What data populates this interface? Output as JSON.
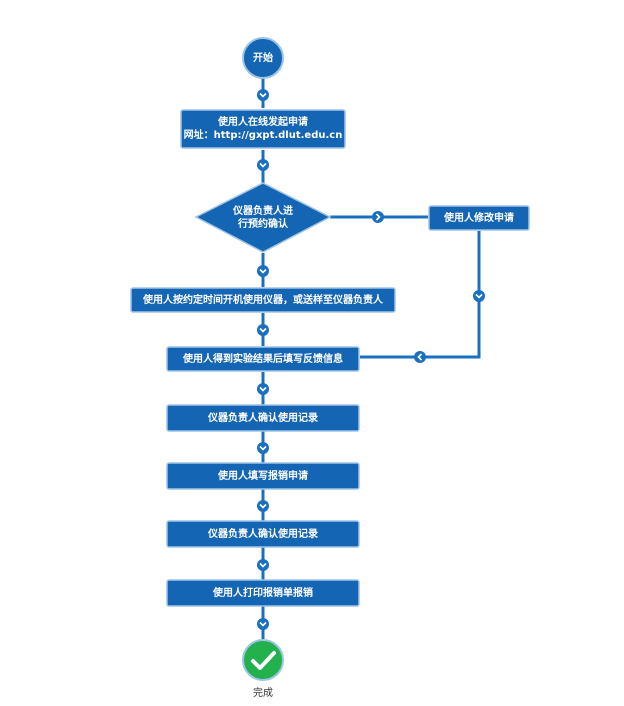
{
  "start": "开始",
  "steps": {
    "submit_line1": "使用人在线发起申请",
    "submit_line2": "网址：http://gxpt.dlut.edu.cn",
    "decision_line1": "仪器负责人进",
    "decision_line2": "行预约确认",
    "modify": "使用人修改申请",
    "use_instrument": "使用人按约定时间开机使用仪器，或送样至仪器负责人",
    "feedback": "使用人得到实验结果后填写反馈信息",
    "confirm_record_1": "仪器负责人确认使用记录",
    "reimburse_apply": "使用人填写报销申请",
    "confirm_record_2": "仪器负责人确认使用记录",
    "print_form": "使用人打印报销单报销"
  },
  "end": "完成",
  "colors": {
    "node_fill": "#1565b5",
    "node_border": "#9ec4e6",
    "connector": "#1a6fc0",
    "done_fill": "#22b14c"
  }
}
